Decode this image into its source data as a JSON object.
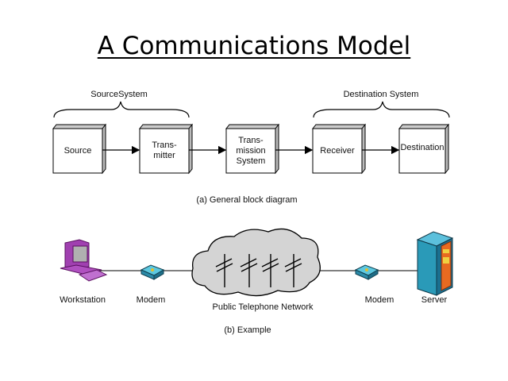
{
  "title": "A Communications Model",
  "block_diagram": {
    "groups": [
      {
        "label": "SourceSystem"
      },
      {
        "label": "Destination System"
      }
    ],
    "blocks": [
      {
        "label": "Source"
      },
      {
        "label": "Trans-\nmitter"
      },
      {
        "label": "Trans-\nmission\nSystem"
      },
      {
        "label": "Receiver"
      },
      {
        "label": "Destination"
      }
    ],
    "caption": "(a) General block diagram"
  },
  "example": {
    "nodes": [
      {
        "label": "Workstation",
        "icon": "workstation-icon"
      },
      {
        "label": "Modem",
        "icon": "modem-icon"
      },
      {
        "label": "Public Telephone Network",
        "icon": "cloud-network-icon"
      },
      {
        "label": "Modem",
        "icon": "modem-icon"
      },
      {
        "label": "Server",
        "icon": "server-icon"
      }
    ],
    "caption": "(b) Example"
  }
}
